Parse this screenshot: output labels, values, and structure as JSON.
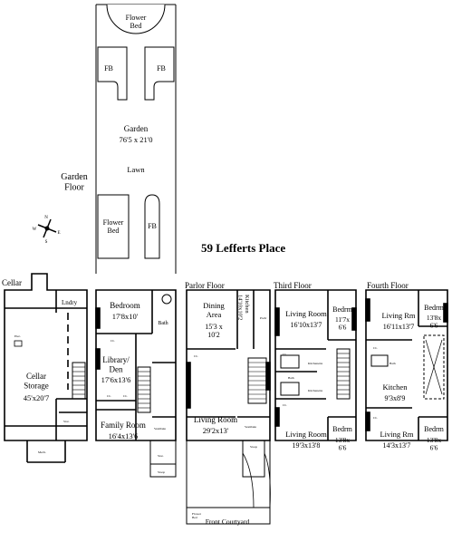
{
  "title": "59 Lefferts Place",
  "garden": {
    "flower_bed_top": "Flower\nBed",
    "fb_left": "FB",
    "fb_right": "FB",
    "garden_label": "Garden",
    "garden_dims": "76'5 x 21'0",
    "lawn": "Lawn",
    "flower_bed_bottom": "Flower\nBed",
    "fb_bottom": "FB"
  },
  "garden_floor_label": "Garden\nFloor",
  "compass_letters": [
    "N",
    "E",
    "S",
    "W"
  ],
  "cellar": {
    "label": "Cellar",
    "laundry": "Lndry",
    "storage": "Cellar\nStorage",
    "storage_dims": "45'x20'7",
    "small_labels": [
      "Elec.",
      "Stor.",
      "Mech."
    ]
  },
  "garden_level": {
    "bedroom": "Bedroom",
    "bedroom_dims": "17'8x10'",
    "bath": "Bath",
    "library": "Library/\nDen",
    "library_dims": "17'6x13'6",
    "family_room": "Family Room",
    "family_dims": "16'4x13'6",
    "small_labels": [
      "CL",
      "CL",
      "CL",
      "Vestibule",
      "Stor.",
      "Stoop"
    ]
  },
  "parlor": {
    "label": "Parlor Floor",
    "dining": "Dining\nArea",
    "dining_dims": "15'3 x\n10'2",
    "kitchen": "Kitchen\n14'10x10'2",
    "living": "Living Room",
    "living_dims": "29'2x13'",
    "small_labels": [
      "Pwdr",
      "CL",
      "Vestibule",
      "Stoop",
      "Front Courtyard",
      "Flower\nBed"
    ]
  },
  "third": {
    "label": "Third Floor",
    "living_top": "Living Room",
    "living_top_dims": "16'10x13'7",
    "bedrm_top": "Bedrm",
    "bedrm_top_dims": "11'7x\n6'6",
    "living_bottom": "Living Room",
    "living_bottom_dims": "19'3x13'8",
    "bedrm_bottom": "Bedrm",
    "bedrm_bottom_dims": "13'8x\n6'6",
    "small_labels": [
      "Kitchenette",
      "Kitchenette",
      "Bath",
      "CL",
      "CL"
    ]
  },
  "fourth": {
    "label": "Fourth Floor",
    "living_top": "Living Rm",
    "living_top_dims": "16'11x13'7",
    "bedrm_top": "Bedrm",
    "bedrm_top_dims": "13'8x\n6'6",
    "kitchen": "Kitchen",
    "kitchen_dims": "9'3x8'9",
    "living_bottom": "Living Rm",
    "living_bottom_dims": "14'3x13'7",
    "bedrm_bottom": "Bedrm",
    "bedrm_bottom_dims": "13'8x\n6'6",
    "small_labels": [
      "Bath",
      "CL",
      "CL"
    ]
  }
}
